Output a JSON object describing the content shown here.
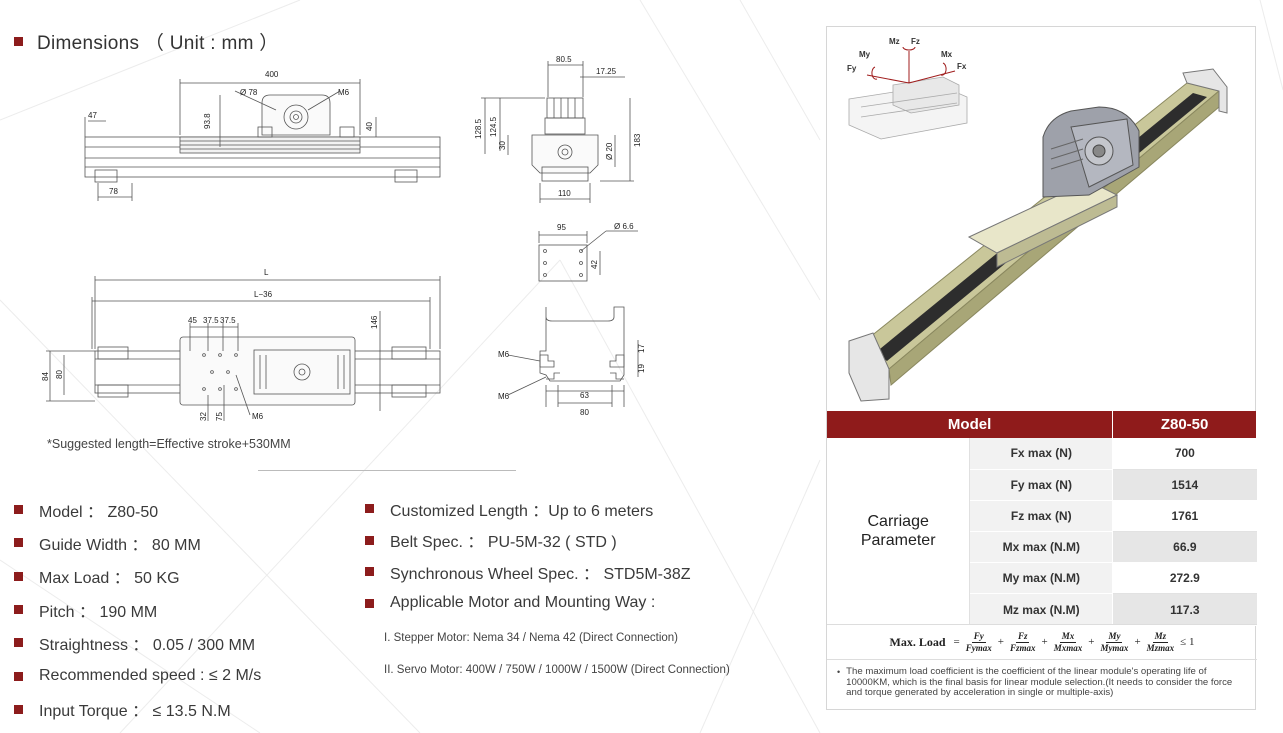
{
  "heading": "Dimensions （ Unit : mm ）",
  "drawing_labels": {
    "top_400": "400",
    "top_phi78": "Ø 78",
    "top_m6": "M6",
    "top_47": "47",
    "top_93_8": "93.8",
    "top_40": "40",
    "top_78": "78",
    "end_80_5": "80.5",
    "end_17_25": "17.25",
    "end_128_5": "128.5",
    "end_124_5": "124.5",
    "end_30": "30",
    "end_phi20": "Ø 20",
    "end_183": "183",
    "end_110": "110",
    "plate_95": "95",
    "plate_phi6_6": "Ø 6.6",
    "plate_42": "42",
    "bottom_L": "L",
    "bottom_L36": "L−36",
    "bottom_45": "45",
    "bottom_37_5a": "37.5",
    "bottom_37_5b": "37.5",
    "bottom_146": "146",
    "bottom_84": "84",
    "bottom_80": "80",
    "bottom_32": "32",
    "bottom_75": "75",
    "bottom_m6": "M6",
    "profile_m6a": "M6",
    "profile_m6b": "M6",
    "profile_63": "63",
    "profile_80": "80",
    "profile_17": "17",
    "profile_19": "19"
  },
  "suggested_length": "*Suggested length=Effective stroke+530MM",
  "specs_left": [
    "Model ： Z80-50",
    "Guide Width ： 80 MM",
    "Max Load ： 50 KG",
    "Pitch ： 190 MM",
    "Straightness ： 0.05 / 300 MM",
    "Recommended speed : ≤ 2 M/s",
    "Input Torque ： ≤ 13.5 N.M"
  ],
  "specs_right": [
    "Customized Length ：Up to 6 meters",
    "Belt Spec. ： PU-5M-32 ( STD )",
    "Synchronous Wheel Spec. ： STD5M-38Z",
    "Applicable Motor and Mounting Way :"
  ],
  "motors": [
    "I. Stepper Motor: Nema 34 / Nema 42 (Direct Connection)",
    "II. Servo Motor: 400W / 750W / 1000W / 1500W (Direct Connection)"
  ],
  "axis_labels": {
    "mz": "Mz",
    "fz": "Fz",
    "my": "My",
    "mx": "Mx",
    "fy": "Fy",
    "fx": "Fx"
  },
  "table": {
    "header_model": "Model",
    "header_value": "Z80-50",
    "category_line1": "Carriage",
    "category_line2": "Parameter",
    "rows": [
      {
        "label": "Fx max (N)",
        "value": "700"
      },
      {
        "label": "Fy max (N)",
        "value": "1514"
      },
      {
        "label": "Fz max (N)",
        "value": "1761"
      },
      {
        "label": "Mx max (N.M)",
        "value": "66.9"
      },
      {
        "label": "My max (N.M)",
        "value": "272.9"
      },
      {
        "label": "Mz max (N.M)",
        "value": "117.3"
      }
    ]
  },
  "formula": {
    "lead": "Max. Load",
    "eq": "=",
    "plus": "+",
    "terms": [
      {
        "num": "Fy",
        "den": "Fymax"
      },
      {
        "num": "Fz",
        "den": "Fzmax"
      },
      {
        "num": "Mx",
        "den": "Mxmax"
      },
      {
        "num": "My",
        "den": "Mymax"
      },
      {
        "num": "Mz",
        "den": "Mzmax"
      }
    ],
    "tail": "≤ 1"
  },
  "note": "The maximum load coefficient is the coefficient of the linear module's operating life of 10000KM, which is the final basis for linear module selection.(It needs to consider the force and torque generated by acceleration in single or multiple-axis)",
  "colors": {
    "accent": "#8f1b1b",
    "rail": "#c9c79a",
    "belt": "#2d2d2d"
  }
}
